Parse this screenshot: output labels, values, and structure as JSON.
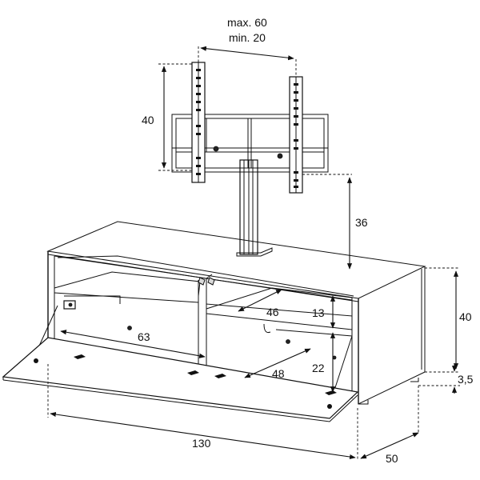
{
  "dimensions": {
    "bracket_max": "max. 60",
    "bracket_min": "min. 20",
    "bracket_height": "40",
    "tv_clearance": "36",
    "cabinet_height": "40",
    "shelf_depth_upper": "46",
    "compartment_width": "63",
    "upper_height": "13",
    "shelf_depth_lower": "48",
    "lower_height": "22",
    "foot_height": "3,5",
    "total_width": "130",
    "total_depth": "50"
  },
  "colors": {
    "line": "#111111",
    "background": "#ffffff",
    "accent_fill": "#d9d9d9"
  }
}
